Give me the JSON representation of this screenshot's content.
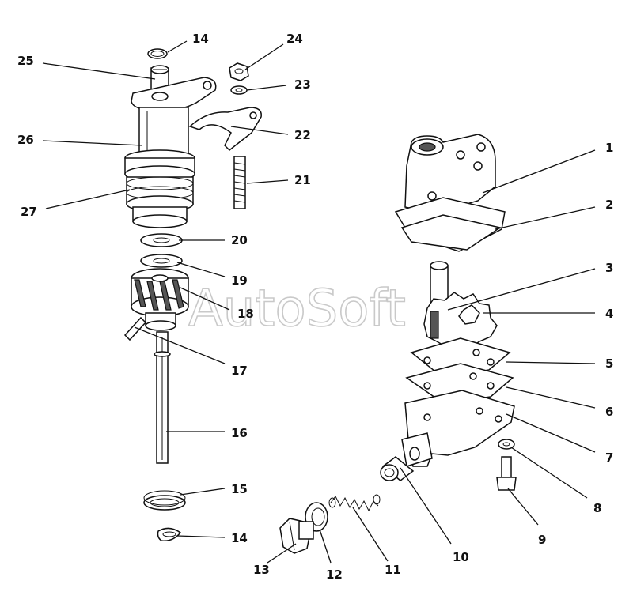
{
  "watermark": "AutoSoft",
  "callouts": [
    {
      "id": "c1",
      "label": "1"
    },
    {
      "id": "c2",
      "label": "2"
    },
    {
      "id": "c3",
      "label": "3"
    },
    {
      "id": "c4",
      "label": "4"
    },
    {
      "id": "c5",
      "label": "5"
    },
    {
      "id": "c6",
      "label": "6"
    },
    {
      "id": "c7",
      "label": "7"
    },
    {
      "id": "c8",
      "label": "8"
    },
    {
      "id": "c9",
      "label": "9"
    },
    {
      "id": "c10",
      "label": "10"
    },
    {
      "id": "c11",
      "label": "11"
    },
    {
      "id": "c12",
      "label": "12"
    },
    {
      "id": "c13",
      "label": "13"
    },
    {
      "id": "c14a",
      "label": "14"
    },
    {
      "id": "c14b",
      "label": "14"
    },
    {
      "id": "c15",
      "label": "15"
    },
    {
      "id": "c16",
      "label": "16"
    },
    {
      "id": "c17",
      "label": "17"
    },
    {
      "id": "c18",
      "label": "18"
    },
    {
      "id": "c19",
      "label": "19"
    },
    {
      "id": "c20",
      "label": "20"
    },
    {
      "id": "c21",
      "label": "21"
    },
    {
      "id": "c22",
      "label": "22"
    },
    {
      "id": "c23",
      "label": "23"
    },
    {
      "id": "c24",
      "label": "24"
    },
    {
      "id": "c25",
      "label": "25"
    },
    {
      "id": "c26",
      "label": "26"
    },
    {
      "id": "c27",
      "label": "27"
    }
  ]
}
